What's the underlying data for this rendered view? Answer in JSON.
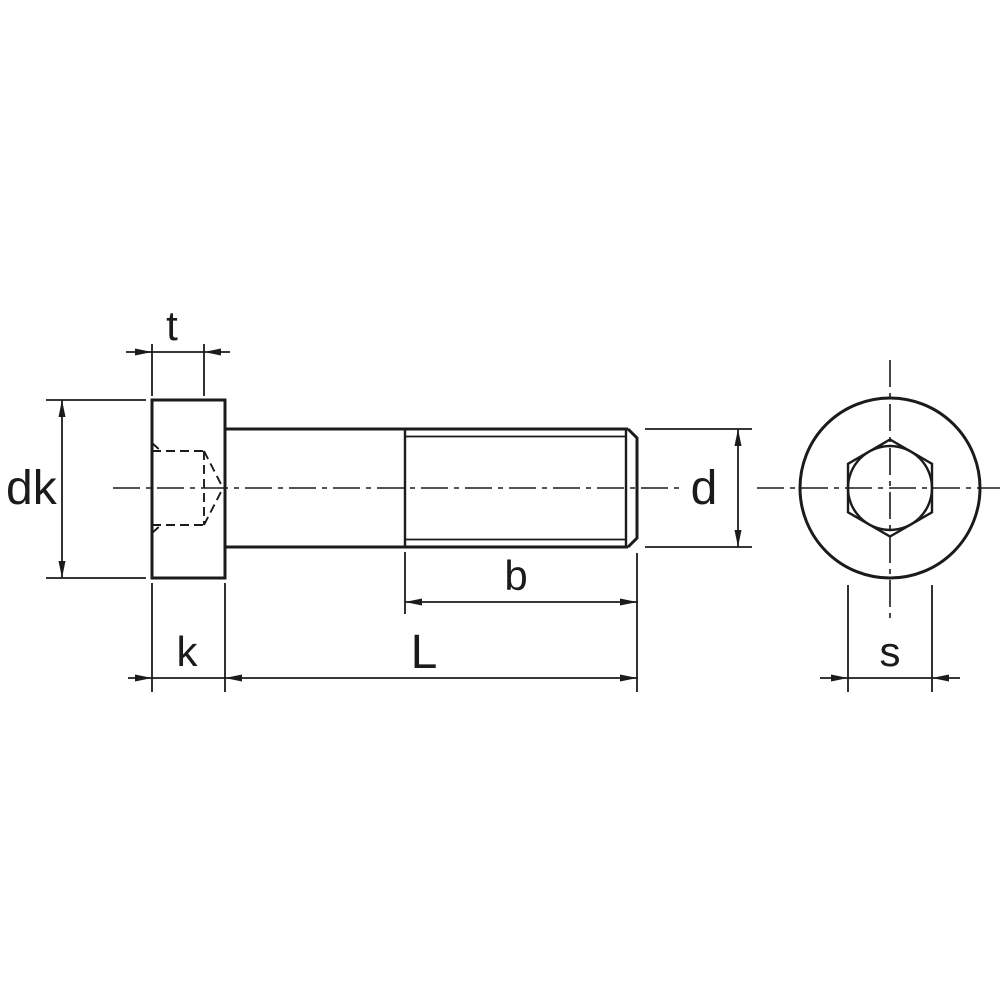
{
  "drawing": {
    "labels": {
      "socket_depth": "t",
      "head_diameter": "dk",
      "head_height": "k",
      "total_length": "L",
      "thread_length": "b",
      "shank_diameter": "d",
      "socket_width": "s"
    },
    "colors": {
      "line": "#1b1b1b",
      "background": "#ffffff"
    }
  }
}
